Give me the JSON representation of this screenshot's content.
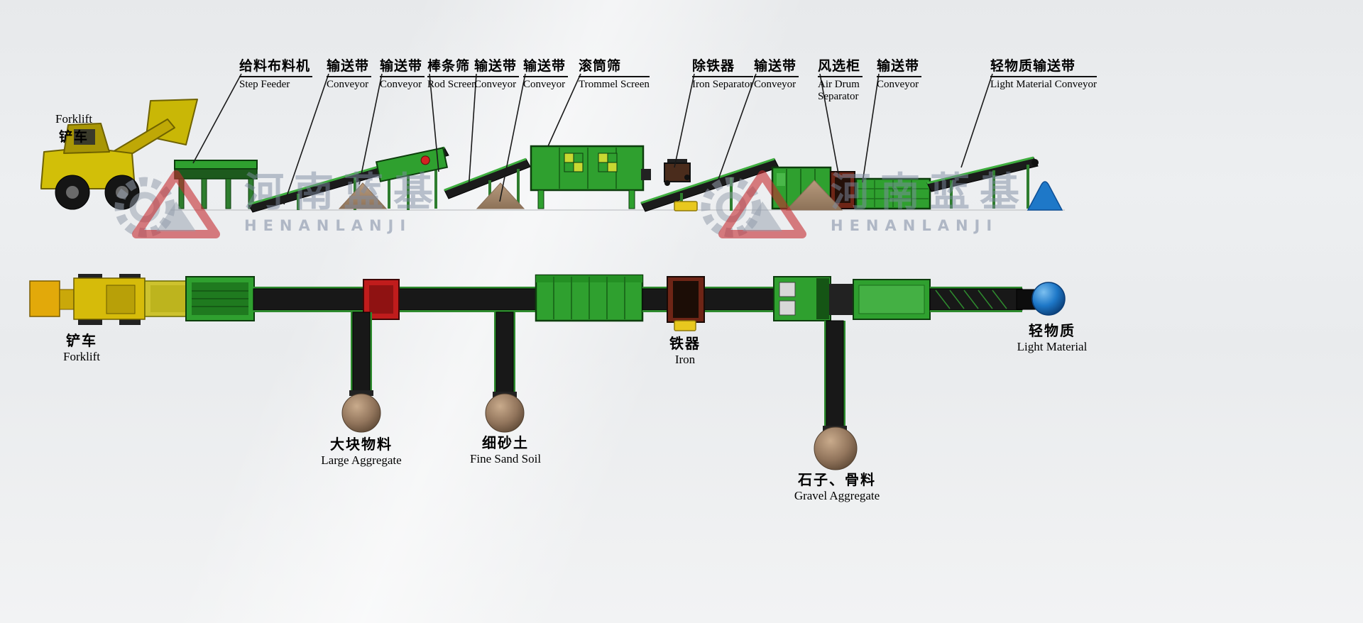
{
  "watermark": {
    "zh": "河南蓝基",
    "en": "HENANLANJI"
  },
  "colors": {
    "machine_green": "#2fa02f",
    "belt_dark": "#181818",
    "accent_red": "#c01c1c",
    "pile_brown": "#a5876c",
    "forklift_yellow": "#d2bf08",
    "cone_blue": "#1e78c8"
  },
  "side_view": {
    "forklift": {
      "en": "Forklift",
      "zh": "铲车"
    },
    "callouts": [
      {
        "zh": "给料布料机",
        "en": "Step Feeder"
      },
      {
        "zh": "输送带",
        "en": "Conveyor"
      },
      {
        "zh": "输送带",
        "en": "Conveyor"
      },
      {
        "zh": "棒条筛",
        "en": "Rod Screen"
      },
      {
        "zh": "输送带",
        "en": "Conveyor"
      },
      {
        "zh": "输送带",
        "en": "Conveyor"
      },
      {
        "zh": "滚筒筛",
        "en": "Trommel Screen"
      },
      {
        "zh": "除铁器",
        "en": "Iron Separator"
      },
      {
        "zh": "输送带",
        "en": "Conveyor"
      },
      {
        "zh": "风选柜",
        "en": "Air Drum Separator",
        "en_lines": [
          "Air Drum",
          "Separator"
        ]
      },
      {
        "zh": "输送带",
        "en": "Conveyor"
      },
      {
        "zh": "轻物质输送带",
        "en": "Light Material Conveyor"
      }
    ]
  },
  "plan_view": {
    "forklift": {
      "zh": "铲车",
      "en": "Forklift"
    },
    "outputs": {
      "large_aggregate": {
        "zh": "大块物料",
        "en": "Large Aggregate"
      },
      "fine_sand_soil": {
        "zh": "细砂土",
        "en": "Fine Sand Soil"
      },
      "iron": {
        "zh": "铁器",
        "en": "Iron"
      },
      "gravel_aggregate": {
        "zh": "石子、骨料",
        "en": "Gravel Aggregate"
      },
      "light_material": {
        "zh": "轻物质",
        "en": "Light Material"
      }
    }
  }
}
